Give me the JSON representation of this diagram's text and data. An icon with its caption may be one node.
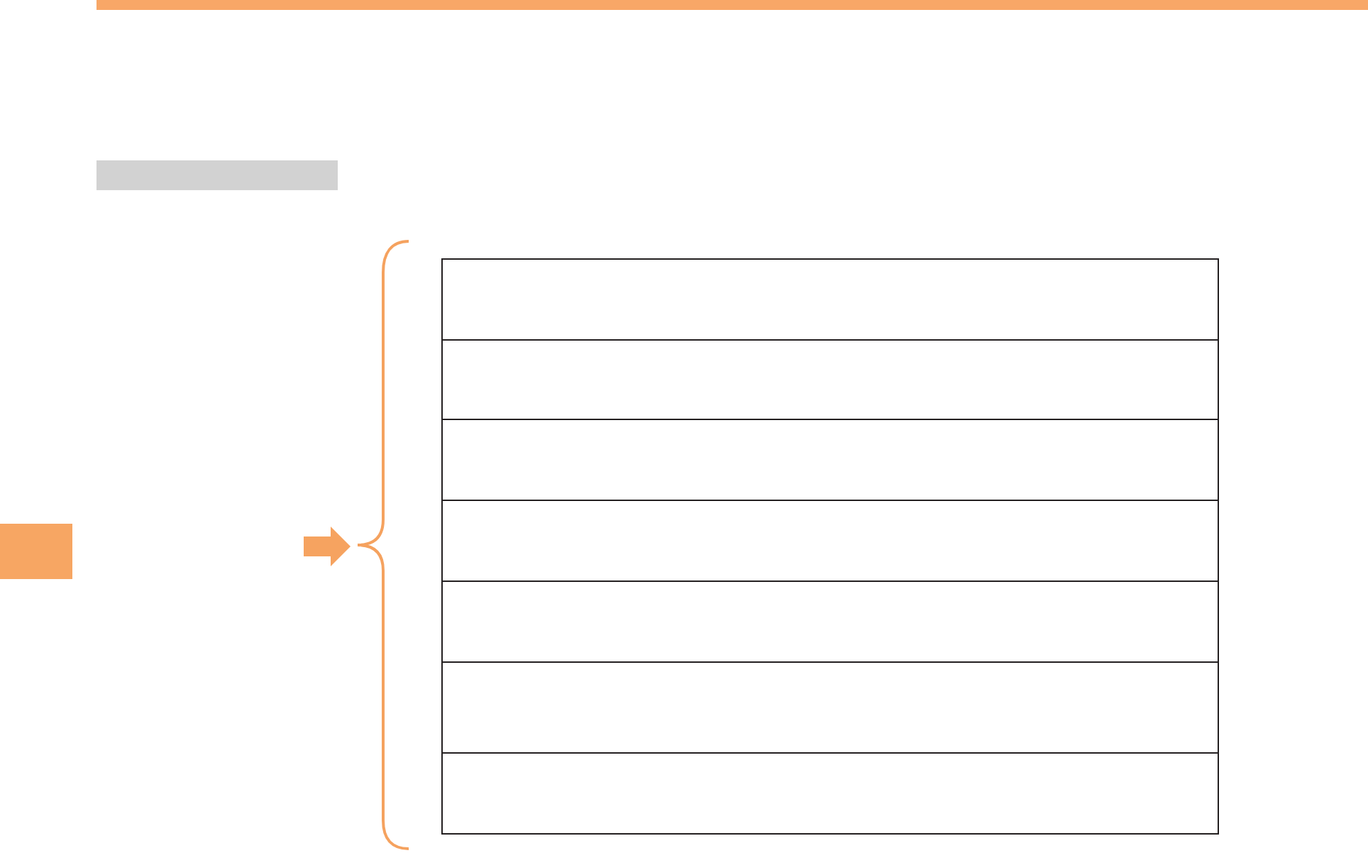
{
  "diagram": {
    "nodes": [
      {
        "text": [],
        "shape": "bar"
      },
      {
        "text": [],
        "shape": "box"
      },
      {
        "text": [],
        "shape": "box"
      },
      {
        "text": [],
        "shape": "box"
      },
      {
        "text": [],
        "shape": "box"
      },
      {
        "text": [],
        "shape": "box"
      },
      {
        "text": [],
        "shape": "box"
      },
      {
        "text": [],
        "shape": "box"
      }
    ]
  }
}
